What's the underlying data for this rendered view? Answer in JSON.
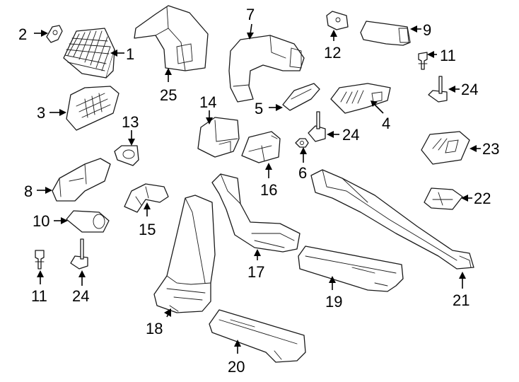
{
  "diagram": {
    "callouts": [
      {
        "id": "c1",
        "label": "1"
      },
      {
        "id": "c2",
        "label": "2"
      },
      {
        "id": "c3",
        "label": "3"
      },
      {
        "id": "c4",
        "label": "4"
      },
      {
        "id": "c5",
        "label": "5"
      },
      {
        "id": "c6",
        "label": "6"
      },
      {
        "id": "c7",
        "label": "7"
      },
      {
        "id": "c8",
        "label": "8"
      },
      {
        "id": "c9",
        "label": "9"
      },
      {
        "id": "c10",
        "label": "10"
      },
      {
        "id": "c11a",
        "label": "11"
      },
      {
        "id": "c11b",
        "label": "11"
      },
      {
        "id": "c12",
        "label": "12"
      },
      {
        "id": "c13",
        "label": "13"
      },
      {
        "id": "c14",
        "label": "14"
      },
      {
        "id": "c15",
        "label": "15"
      },
      {
        "id": "c16",
        "label": "16"
      },
      {
        "id": "c17",
        "label": "17"
      },
      {
        "id": "c18",
        "label": "18"
      },
      {
        "id": "c19",
        "label": "19"
      },
      {
        "id": "c20",
        "label": "20"
      },
      {
        "id": "c21",
        "label": "21"
      },
      {
        "id": "c22",
        "label": "22"
      },
      {
        "id": "c23",
        "label": "23"
      },
      {
        "id": "c24a",
        "label": "24"
      },
      {
        "id": "c24b",
        "label": "24"
      },
      {
        "id": "c24c",
        "label": "24"
      },
      {
        "id": "c25",
        "label": "25"
      }
    ]
  }
}
